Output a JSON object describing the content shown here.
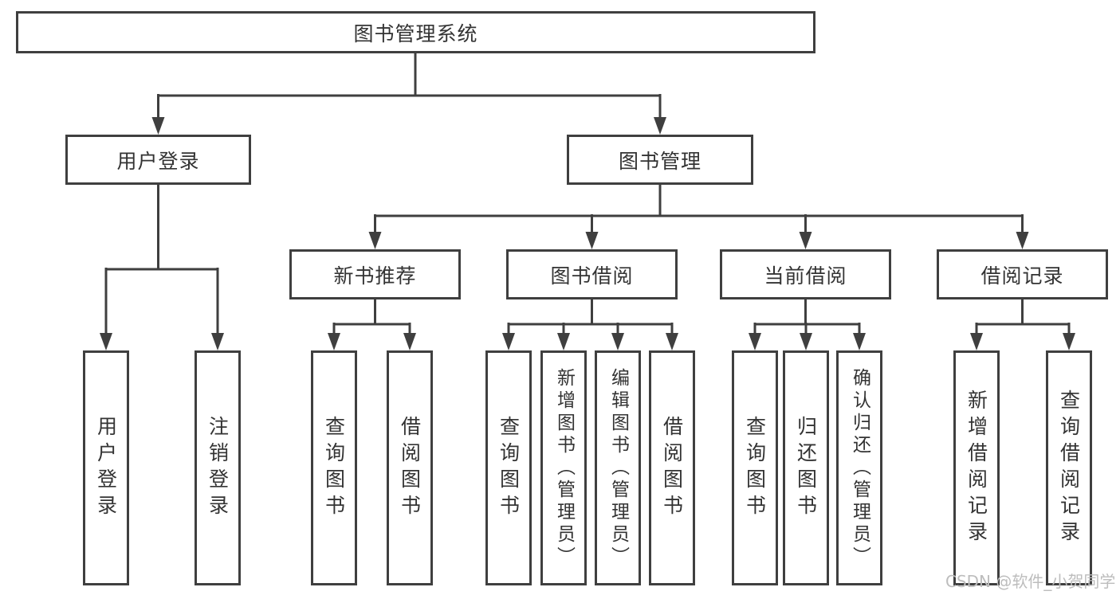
{
  "diagram": {
    "root": {
      "label": "图书管理系统"
    },
    "branches": [
      {
        "label": "用户登录",
        "children": [
          {
            "label": "用户登录"
          },
          {
            "label": "注销登录"
          }
        ]
      },
      {
        "label": "图书管理",
        "children": [
          {
            "label": "新书推荐",
            "children": [
              {
                "label": "查询图书"
              },
              {
                "label": "借阅图书"
              }
            ]
          },
          {
            "label": "图书借阅",
            "children": [
              {
                "label": "查询图书"
              },
              {
                "label": "新增图书（管理员）"
              },
              {
                "label": "编辑图书（管理员）"
              },
              {
                "label": "借阅图书"
              }
            ]
          },
          {
            "label": "当前借阅",
            "children": [
              {
                "label": "查询图书"
              },
              {
                "label": "归还图书"
              },
              {
                "label": "确认归还（管理员）"
              }
            ]
          },
          {
            "label": "借阅记录",
            "children": [
              {
                "label": "新增借阅记录"
              },
              {
                "label": "查询借阅记录"
              }
            ]
          }
        ]
      }
    ]
  },
  "watermark": {
    "text": "CSDN @软件_小贺同学"
  },
  "colors": {
    "line": "#3f3f3f",
    "text": "#333333",
    "watermark": "#bdbdbd",
    "background": "#ffffff"
  }
}
